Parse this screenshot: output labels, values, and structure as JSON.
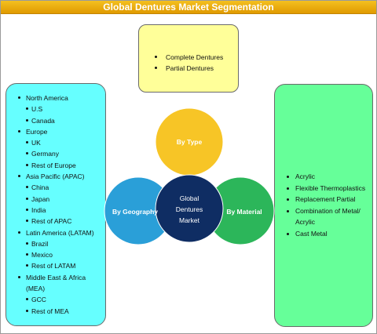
{
  "title": "Global Dentures Market Segmentation",
  "center": [
    "Global",
    "Dentures",
    "Market"
  ],
  "type": {
    "label": "By Type",
    "items": [
      "Complete Dentures",
      "Partial Dentures"
    ]
  },
  "geography": {
    "label": "By Geography",
    "items": [
      {
        "text": "North America",
        "level": "region"
      },
      {
        "text": "U.S",
        "level": "country"
      },
      {
        "text": "Canada",
        "level": "country"
      },
      {
        "text": "Europe",
        "level": "region"
      },
      {
        "text": "UK",
        "level": "country"
      },
      {
        "text": "Germany",
        "level": "country"
      },
      {
        "text": "Rest of Europe",
        "level": "country"
      },
      {
        "text": "Asia Pacific (APAC)",
        "level": "region"
      },
      {
        "text": "China",
        "level": "country"
      },
      {
        "text": "Japan",
        "level": "country"
      },
      {
        "text": "India",
        "level": "country"
      },
      {
        "text": "Rest of APAC",
        "level": "country"
      },
      {
        "text": "Latin America (LATAM)",
        "level": "region"
      },
      {
        "text": "Brazil",
        "level": "country"
      },
      {
        "text": "Mexico",
        "level": "country"
      },
      {
        "text": "Rest of LATAM",
        "level": "country"
      },
      {
        "text": "Middle East & Africa",
        "level": "region"
      },
      {
        "text": "(MEA)",
        "level": "region-cont"
      },
      {
        "text": "GCC",
        "level": "country"
      },
      {
        "text": "Rest of MEA",
        "level": "country"
      }
    ]
  },
  "material": {
    "label": "By Material",
    "items": [
      "Acrylic",
      "Flexible Thermoplastics",
      "Replacement Partial",
      "Combination of Metal/",
      "Acrylic",
      "Cast Metal"
    ]
  },
  "colors": {
    "title_bar": "#f0b010",
    "type_box": "#ffff99",
    "geography_box": "#66ffff",
    "material_box": "#66ff99",
    "type_circle": "#f7c526",
    "geography_circle": "#2a9fd8",
    "material_circle": "#2cb65a",
    "center_circle": "#0f2d63"
  }
}
